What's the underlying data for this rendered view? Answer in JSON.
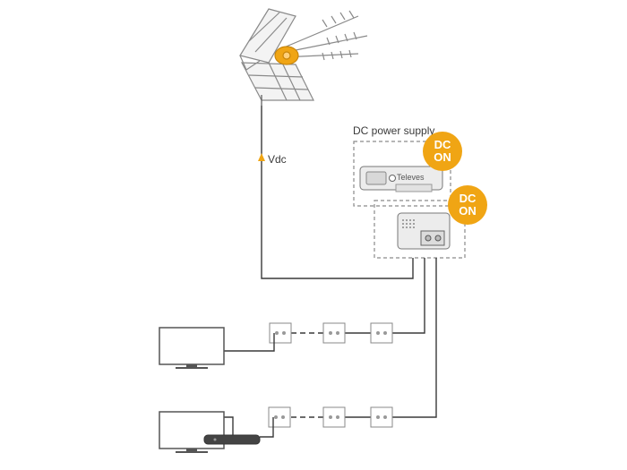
{
  "labels": {
    "dc_power_supply": "DC power supply",
    "vdc": "Vdc",
    "amplifier_brand": "Televes"
  },
  "badges": [
    {
      "line1": "DC",
      "line2": "ON"
    },
    {
      "line1": "DC",
      "line2": "ON"
    }
  ],
  "colors": {
    "accent": "#f0a514",
    "line": "#3a3a3a",
    "device_fill": "#ececec"
  },
  "icons": [
    "antenna-icon",
    "amplifier-icon",
    "power-supply-icon",
    "tv-icon",
    "wall-outlet-icon",
    "set-top-box-icon",
    "arrow-up-icon"
  ]
}
